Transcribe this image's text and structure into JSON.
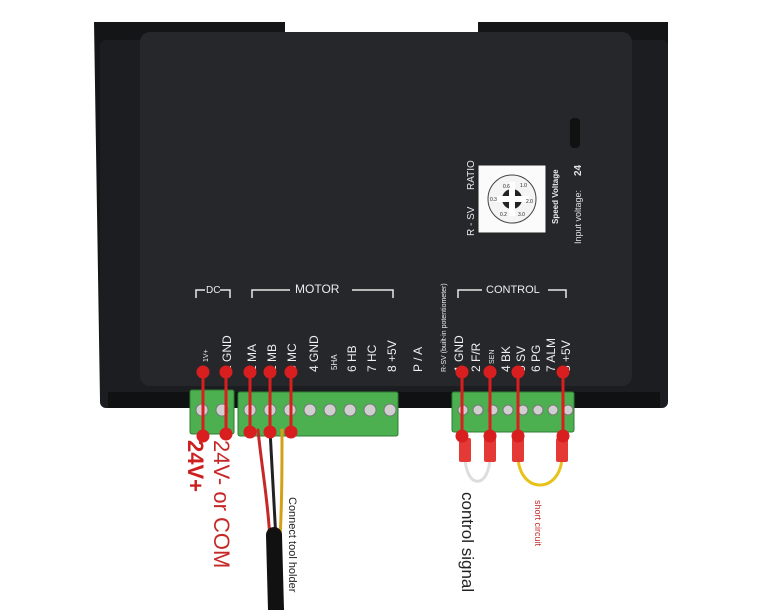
{
  "device": {
    "dc_group": "DC",
    "motor_group": "MOTOR",
    "control_group": "CONTROL",
    "dial_title": "RATIO",
    "dial_side_label": "R - SV",
    "dial_bottom_label": "Speed Voltage",
    "input_voltage_label": "Input voltage:",
    "input_voltage_value": "24",
    "pins": {
      "p1": "1V+",
      "p2": "2 GND",
      "p3": "1 MA",
      "p4": "2 MB",
      "p5": "3 MC",
      "p6": "4 GND",
      "p7": "5HA",
      "p8": "6 HB",
      "p9": "7 HC",
      "p10": "8 +5V",
      "p11": "P / A",
      "p12": "R-SV (built-in potentiometer)",
      "c1": "1 GND",
      "c2": "2 F/R",
      "c3": "SEN",
      "c4": "4 BK",
      "c5": "5 SV",
      "c6": "6 PG",
      "c7": "7 ALM",
      "c8": "8 +5V"
    }
  },
  "annotations": {
    "v_plus": "24V+",
    "v_minus": "24V- or COM",
    "tool_holder": "Connect tool holder",
    "control_signal": "control signal",
    "short_circuit": "short circuit"
  },
  "colors": {
    "body": "#1c1d20",
    "panel": "#25262a",
    "terminal_green": "#4caf50",
    "marker_red": "#d81e1e",
    "wire_yellow": "#e8c21a",
    "wire_red": "#b8261d"
  }
}
